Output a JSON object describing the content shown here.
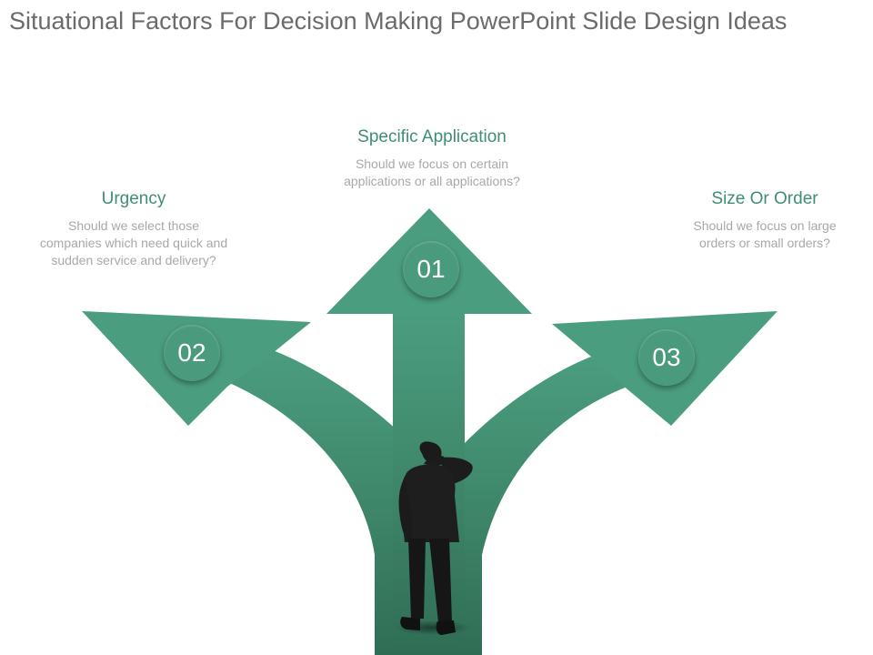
{
  "title": "Situational Factors For Decision Making PowerPoint Slide Design Ideas",
  "colors": {
    "arrow_light": "#4b9d7f",
    "arrow_dark": "#2f6e55",
    "badge": "#4a9a7d",
    "heading": "#3f8e72",
    "body_text": "#a8a8a8",
    "title_text": "#6b6b6b"
  },
  "items": [
    {
      "number": "01",
      "heading": "Specific Application",
      "description": "Should we focus on certain applications or all applications?"
    },
    {
      "number": "02",
      "heading": "Urgency",
      "description": "Should we select those companies which need quick and sudden service and delivery?"
    },
    {
      "number": "03",
      "heading": "Size Or Order",
      "description": "Should we focus on large orders or small orders?"
    }
  ]
}
